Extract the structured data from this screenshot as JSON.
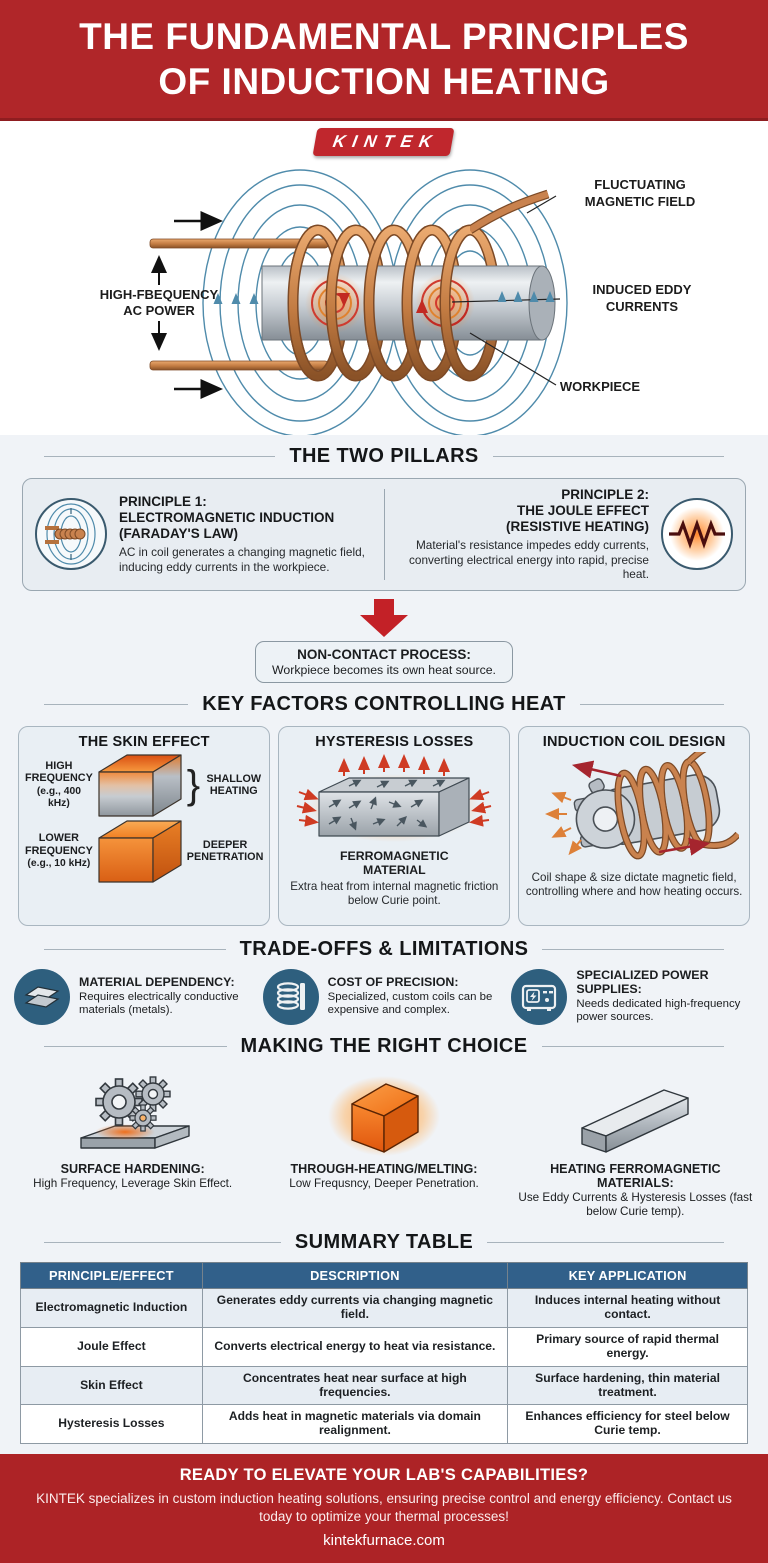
{
  "header": {
    "title_line1": "THE FUNDAMENTAL PRINCIPLES",
    "title_line2": "OF INDUCTION HEATING",
    "logo_text": "KINTEK"
  },
  "diagram": {
    "power_label_line1": "HIGH-FBEQUENCY",
    "power_label_line2": "AC POWER",
    "field_label_line1": "FLUCTUATING",
    "field_label_line2": "MAGNETIC FIELD",
    "eddy_label_line1": "INDUCED EDDY",
    "eddy_label_line2": "CURRENTS",
    "workpiece_label": "WORKPIECE"
  },
  "pillars": {
    "heading": "THE TWO PILLARS",
    "principle1": {
      "title_line1": "PRINCIPLE 1:",
      "title_line2": "ELECTROMAGNETIC INDUCTION",
      "title_line3": "(FARADAY'S LAW)",
      "body": "AC in coil generates a changing magnetic field, inducing eddy currents in the workpiece."
    },
    "principle2": {
      "title_line1": "PRINCIPLE 2:",
      "title_line2": "THE JOULE EFFECT",
      "title_line3": "(RESISTIVE HEATING)",
      "body": "Material's resistance impedes eddy currents, converting electrical energy into rapid, precise heat."
    }
  },
  "non_contact": {
    "title": "NON-CONTACT PROCESS:",
    "body": "Workpiece becomes its own heat source."
  },
  "key_factors": {
    "heading": "KEY FACTORS CONTROLLING HEAT",
    "skin": {
      "title": "THE SKIN EFFECT",
      "high_label_line1": "HIGH",
      "high_label_line2": "FREQUENCY",
      "high_label_line3": "(e.g., 400 kHz)",
      "high_result_line1": "SHALLOW",
      "high_result_line2": "HEATING",
      "low_label_line1": "LOWER",
      "low_label_line2": "FREQUENCY",
      "low_label_line3": "(e.g., 10 kHz)",
      "low_result_line1": "DEEPER",
      "low_result_line2": "PENETRATION"
    },
    "hysteresis": {
      "title": "HYSTERESIS LOSSES",
      "caption_line1": "FERROMAGNETIC",
      "caption_line2": "MATERIAL",
      "body": "Extra heat from internal magnetic friction below Curie point."
    },
    "coil": {
      "title": "INDUCTION COIL DESIGN",
      "body": "Coil shape & size dictate magnetic field, controlling where and how heating occurs."
    }
  },
  "tradeoffs": {
    "heading": "TRADE-OFFS & LIMITATIONS",
    "items": [
      {
        "title": "MATERIAL DEPENDENCY:",
        "body": "Requires electrically conductive materials (metals).",
        "icon": "metal-sheets-icon"
      },
      {
        "title": "COST OF PRECISION:",
        "body": "Specialized, custom coils can be expensive and complex.",
        "icon": "custom-coil-icon"
      },
      {
        "title": "SPECIALIZED POWER SUPPLIES:",
        "body": "Needs dedicated high-frequency power sources.",
        "icon": "power-supply-icon"
      }
    ]
  },
  "choice": {
    "heading": "MAKING THE RIGHT CHOICE",
    "items": [
      {
        "title": "SURFACE HARDENING:",
        "body": "High Frequency, Leverage Skin Effect.",
        "icon": "gears-on-plate-icon"
      },
      {
        "title": "THROUGH-HEATING/MELTING:",
        "body": "Low Frequsncy, Deeper Penetration.",
        "icon": "glowing-cube-icon"
      },
      {
        "title": "HEATING FERROMAGNETIC MATERIALS:",
        "body": "Use Eddy Currents & Hysteresis Losses (fast below Curie temp).",
        "icon": "steel-bar-icon"
      }
    ]
  },
  "summary": {
    "heading": "SUMMARY TABLE",
    "columns": [
      "PRINCIPLE/EFFECT",
      "DESCRIPTION",
      "KEY APPLICATION"
    ],
    "rows": [
      [
        "Electromagnetic Induction",
        "Generates eddy currents via changing magnetic field.",
        "Induces internal heating without contact."
      ],
      [
        "Joule Effect",
        "Converts electrical energy to heat via resistance.",
        "Primary source of rapid thermal energy."
      ],
      [
        "Skin Effect",
        "Concentrates heat near surface at high frequencies.",
        "Surface hardening, thin material treatment."
      ],
      [
        "Hysteresis Losses",
        "Adds heat in magnetic materials via domain realignment.",
        "Enhances efficiency for steel below Curie temp."
      ]
    ]
  },
  "footer": {
    "headline": "READY TO ELEVATE YOUR LAB'S CAPABILITIES?",
    "body": "KINTEK specializes in custom induction heating solutions, ensuring precise control and energy efficiency. Contact us today to optimize your thermal processes!",
    "website": "kintekfurnace.com"
  },
  "colors": {
    "brand_red": "#b02629",
    "table_header_blue": "#31608a",
    "icon_circle_blue": "#2e5f7e",
    "field_line_blue": "#4f8bab",
    "copper": "#c9824e"
  }
}
